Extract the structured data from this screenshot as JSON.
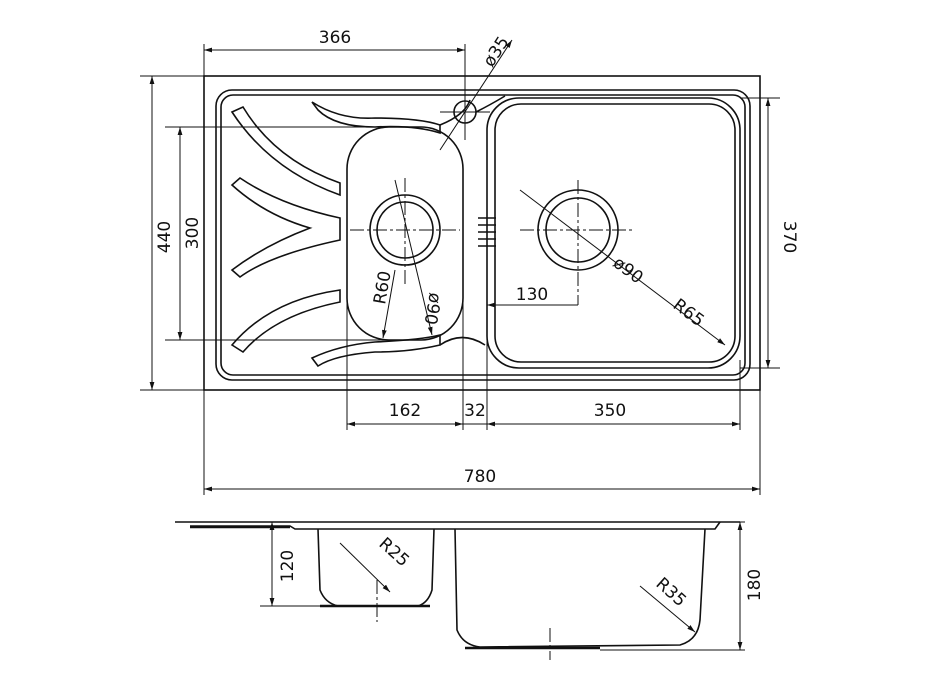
{
  "title": "Sink technical drawing",
  "dimensions": {
    "overall_width": "780",
    "overall_depth": "440",
    "drainer_to_tap": "366",
    "tap_hole": "ø35",
    "small_bowl_length": "300",
    "large_bowl_length": "370",
    "small_bowl_width": "162",
    "divider": "32",
    "large_bowl_width": "350",
    "drain_offset": "130",
    "large_drain": "ø90",
    "large_bowl_radius": "R65",
    "small_bowl_radius": "R60",
    "small_drain": "ø90",
    "small_bowl_depth": "120",
    "large_bowl_depth": "180",
    "small_bowl_bottom_radius": "R25",
    "large_bowl_bottom_radius": "R35"
  },
  "colors": {
    "line": "#111111",
    "background": "#ffffff"
  }
}
